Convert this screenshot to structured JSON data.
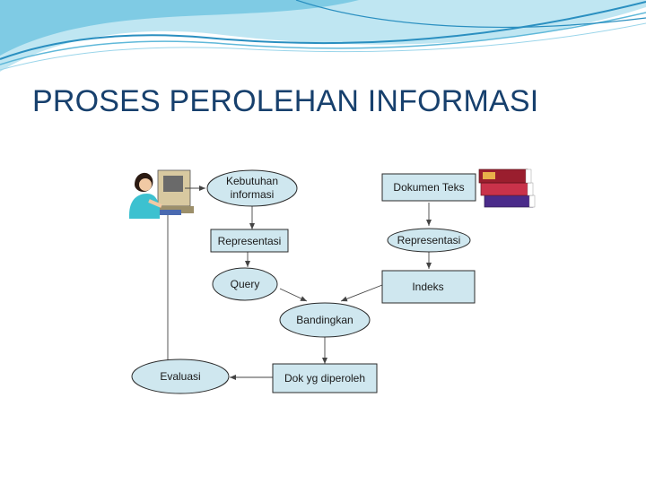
{
  "slide": {
    "title": "PROSES PEROLEHAN INFORMASI",
    "accent_colors": {
      "wave_light": "#bfe6f2",
      "wave_mid": "#5fb8d9",
      "wave_dark": "#2a8fc0",
      "title": "#17406d"
    }
  },
  "diagram": {
    "nodes": {
      "kebutuhan": {
        "line1": "Kebutuhan",
        "line2": "informasi"
      },
      "representasi_left": "Representasi",
      "query": "Query",
      "dokumen_teks": "Dokumen Teks",
      "representasi_right": "Representasi",
      "indeks": "Indeks",
      "bandingkan": "Bandingkan",
      "evaluasi": "Evaluasi",
      "dok_diperoleh": "Dok yg diperoleh"
    },
    "icons": [
      "person-at-computer-icon",
      "stacked-books-icon"
    ],
    "node_fill": "#cfe7ef"
  }
}
